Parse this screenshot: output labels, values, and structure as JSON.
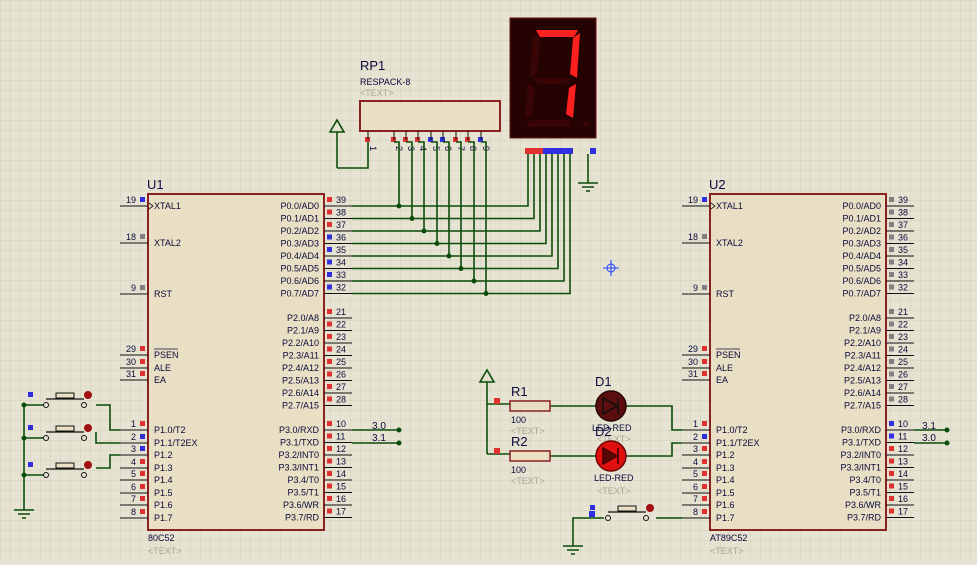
{
  "colors": {
    "background": "#e6e3d2",
    "grid": "#d3cfbb",
    "wire": "#0b4d0b",
    "body_border": "#8b2020",
    "body_fill": "#e9dfc4",
    "text": "#0a0a3c",
    "pin_red": "#e03030",
    "pin_blue": "#3030e0",
    "pin_gray": "#808080",
    "seg_on": "#ff2020",
    "seg_off": "#3a0505",
    "display_bg": "#250303",
    "led_red_off": "#5a0e0e",
    "led_red_on": "#e01010"
  },
  "components": {
    "u1": {
      "ref": "U1",
      "part": "80C52",
      "text_placeholder": "<TEXT>",
      "left_pins": [
        {
          "num": "19",
          "name": "XTAL1"
        },
        {
          "num": "18",
          "name": "XTAL2"
        },
        {
          "num": "9",
          "name": "RST"
        },
        {
          "num": "29",
          "name": "PSEN"
        },
        {
          "num": "30",
          "name": "ALE"
        },
        {
          "num": "31",
          "name": "EA"
        },
        {
          "num": "1",
          "name": "P1.0/T2"
        },
        {
          "num": "2",
          "name": "P1.1/T2EX"
        },
        {
          "num": "3",
          "name": "P1.2"
        },
        {
          "num": "4",
          "name": "P1.3"
        },
        {
          "num": "5",
          "name": "P1.4"
        },
        {
          "num": "6",
          "name": "P1.5"
        },
        {
          "num": "7",
          "name": "P1.6"
        },
        {
          "num": "8",
          "name": "P1.7"
        }
      ],
      "right_pins": [
        {
          "num": "39",
          "name": "P0.0/AD0"
        },
        {
          "num": "38",
          "name": "P0.1/AD1"
        },
        {
          "num": "37",
          "name": "P0.2/AD2"
        },
        {
          "num": "36",
          "name": "P0.3/AD3"
        },
        {
          "num": "35",
          "name": "P0.4/AD4"
        },
        {
          "num": "34",
          "name": "P0.5/AD5"
        },
        {
          "num": "33",
          "name": "P0.6/AD6"
        },
        {
          "num": "32",
          "name": "P0.7/AD7"
        },
        {
          "num": "21",
          "name": "P2.0/A8"
        },
        {
          "num": "22",
          "name": "P2.1/A9"
        },
        {
          "num": "23",
          "name": "P2.2/A10"
        },
        {
          "num": "24",
          "name": "P2.3/A11"
        },
        {
          "num": "25",
          "name": "P2.4/A12"
        },
        {
          "num": "26",
          "name": "P2.5/A13"
        },
        {
          "num": "27",
          "name": "P2.6/A14"
        },
        {
          "num": "28",
          "name": "P2.7/A15"
        },
        {
          "num": "10",
          "name": "P3.0/RXD"
        },
        {
          "num": "11",
          "name": "P3.1/TXD"
        },
        {
          "num": "12",
          "name": "P3.2/INT0"
        },
        {
          "num": "13",
          "name": "P3.3/INT1"
        },
        {
          "num": "14",
          "name": "P3.4/T0"
        },
        {
          "num": "15",
          "name": "P3.5/T1"
        },
        {
          "num": "16",
          "name": "P3.6/WR"
        },
        {
          "num": "17",
          "name": "P3.7/RD"
        }
      ],
      "net_labels": [
        "3.0",
        "3.1"
      ]
    },
    "u2": {
      "ref": "U2",
      "part": "AT89C52",
      "text_placeholder": "<TEXT>",
      "net_labels": [
        "3.1",
        "3.0"
      ]
    },
    "rp1": {
      "ref": "RP1",
      "part": "RESPACK-8",
      "text_placeholder": "<TEXT>",
      "pins": [
        "1",
        "2",
        "3",
        "4",
        "5",
        "6",
        "7",
        "8",
        "9"
      ]
    },
    "r1": {
      "ref": "R1",
      "value": "100",
      "text_placeholder": "<TEXT>"
    },
    "r2": {
      "ref": "R2",
      "value": "100",
      "text_placeholder": "<TEXT>"
    },
    "d1": {
      "ref": "D1",
      "part": "LED-RED",
      "text_placeholder": "<TEXT>",
      "lit": false
    },
    "d2": {
      "ref": "D2",
      "part": "LED-RED",
      "text_placeholder": "<TEXT>",
      "lit": true
    },
    "display": {
      "digit": "7",
      "segments_on": [
        "a",
        "b",
        "c"
      ]
    }
  }
}
